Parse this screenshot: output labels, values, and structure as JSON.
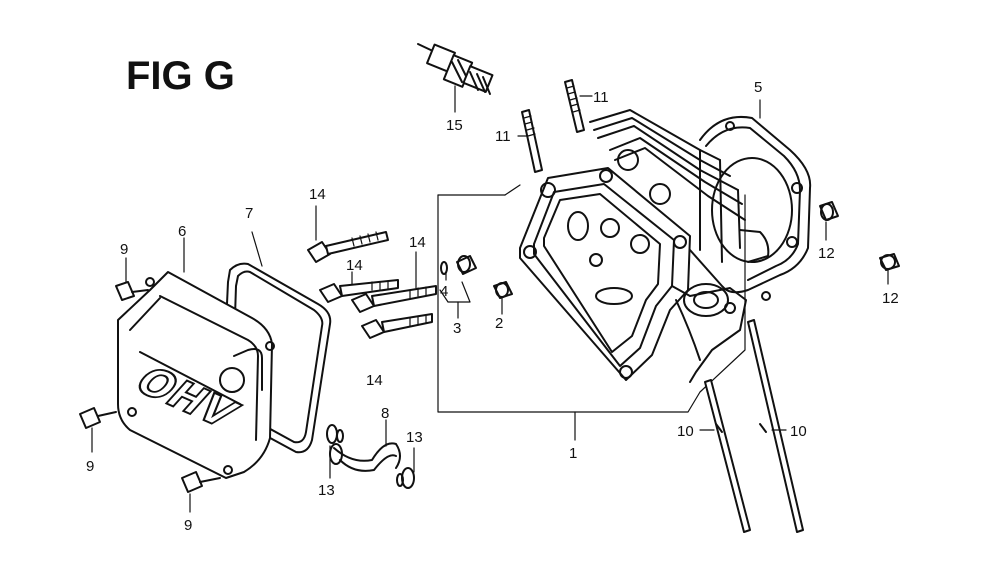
{
  "figure": {
    "title": "FIG G"
  },
  "cover_text": "OHV",
  "callouts": [
    {
      "id": "c1",
      "text": "1",
      "part": "cylinder-head"
    },
    {
      "id": "c2",
      "text": "2",
      "part": "dowel-pin"
    },
    {
      "id": "c3",
      "text": "3",
      "part": "dowel-pin-pair"
    },
    {
      "id": "c4",
      "text": "4",
      "part": "o-ring"
    },
    {
      "id": "c5",
      "text": "5",
      "part": "head-gasket"
    },
    {
      "id": "c6",
      "text": "6",
      "part": "head-cover"
    },
    {
      "id": "c7",
      "text": "7",
      "part": "head-cover-packing"
    },
    {
      "id": "c8",
      "text": "8",
      "part": "breather-tube"
    },
    {
      "id": "c9a",
      "text": "9",
      "part": "flange-bolt"
    },
    {
      "id": "c9b",
      "text": "9",
      "part": "flange-bolt"
    },
    {
      "id": "c9c",
      "text": "9",
      "part": "flange-bolt"
    },
    {
      "id": "c10a",
      "text": "10",
      "part": "push-rod"
    },
    {
      "id": "c10b",
      "text": "10",
      "part": "push-rod"
    },
    {
      "id": "c11a",
      "text": "11",
      "part": "stud-bolt"
    },
    {
      "id": "c11b",
      "text": "11",
      "part": "stud-bolt"
    },
    {
      "id": "c12a",
      "text": "12",
      "part": "dowel-pin"
    },
    {
      "id": "c12b",
      "text": "12",
      "part": "dowel-pin"
    },
    {
      "id": "c13a",
      "text": "13",
      "part": "tube-clip"
    },
    {
      "id": "c13b",
      "text": "13",
      "part": "tube-clip"
    },
    {
      "id": "c14a",
      "text": "14",
      "part": "head-bolt"
    },
    {
      "id": "c14b",
      "text": "14",
      "part": "head-bolt"
    },
    {
      "id": "c14c",
      "text": "14",
      "part": "head-bolt"
    },
    {
      "id": "c14d",
      "text": "14",
      "part": "head-bolt"
    },
    {
      "id": "c15",
      "text": "15",
      "part": "spark-plug"
    }
  ]
}
